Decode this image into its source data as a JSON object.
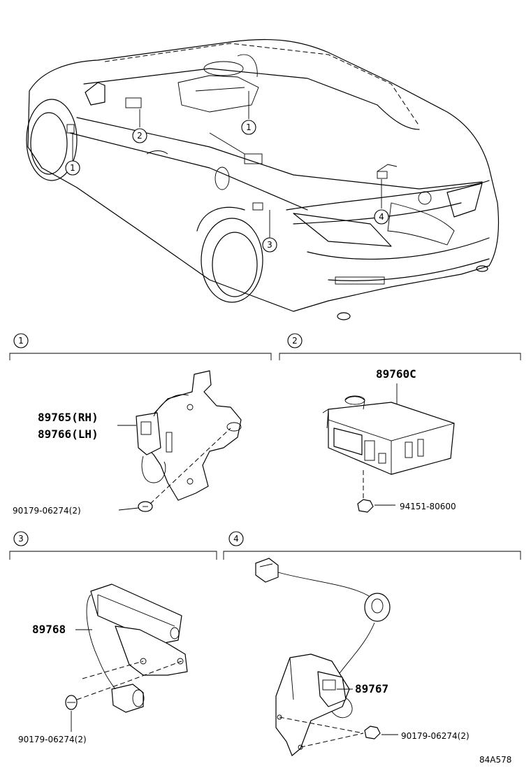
{
  "overview_callouts": [
    "1",
    "1",
    "1",
    "2",
    "3",
    "4"
  ],
  "sections": [
    {
      "number": "1",
      "parts": [
        "89765(RH)",
        "89766(LH)",
        "90179-06274(2)"
      ]
    },
    {
      "number": "2",
      "parts": [
        "89760C",
        "94151-80600"
      ]
    },
    {
      "number": "3",
      "parts": [
        "89768",
        "90179-06274(2)"
      ]
    },
    {
      "number": "4",
      "parts": [
        "89767",
        "90179-06274(2)"
      ]
    }
  ],
  "diagram_code": "84A578"
}
